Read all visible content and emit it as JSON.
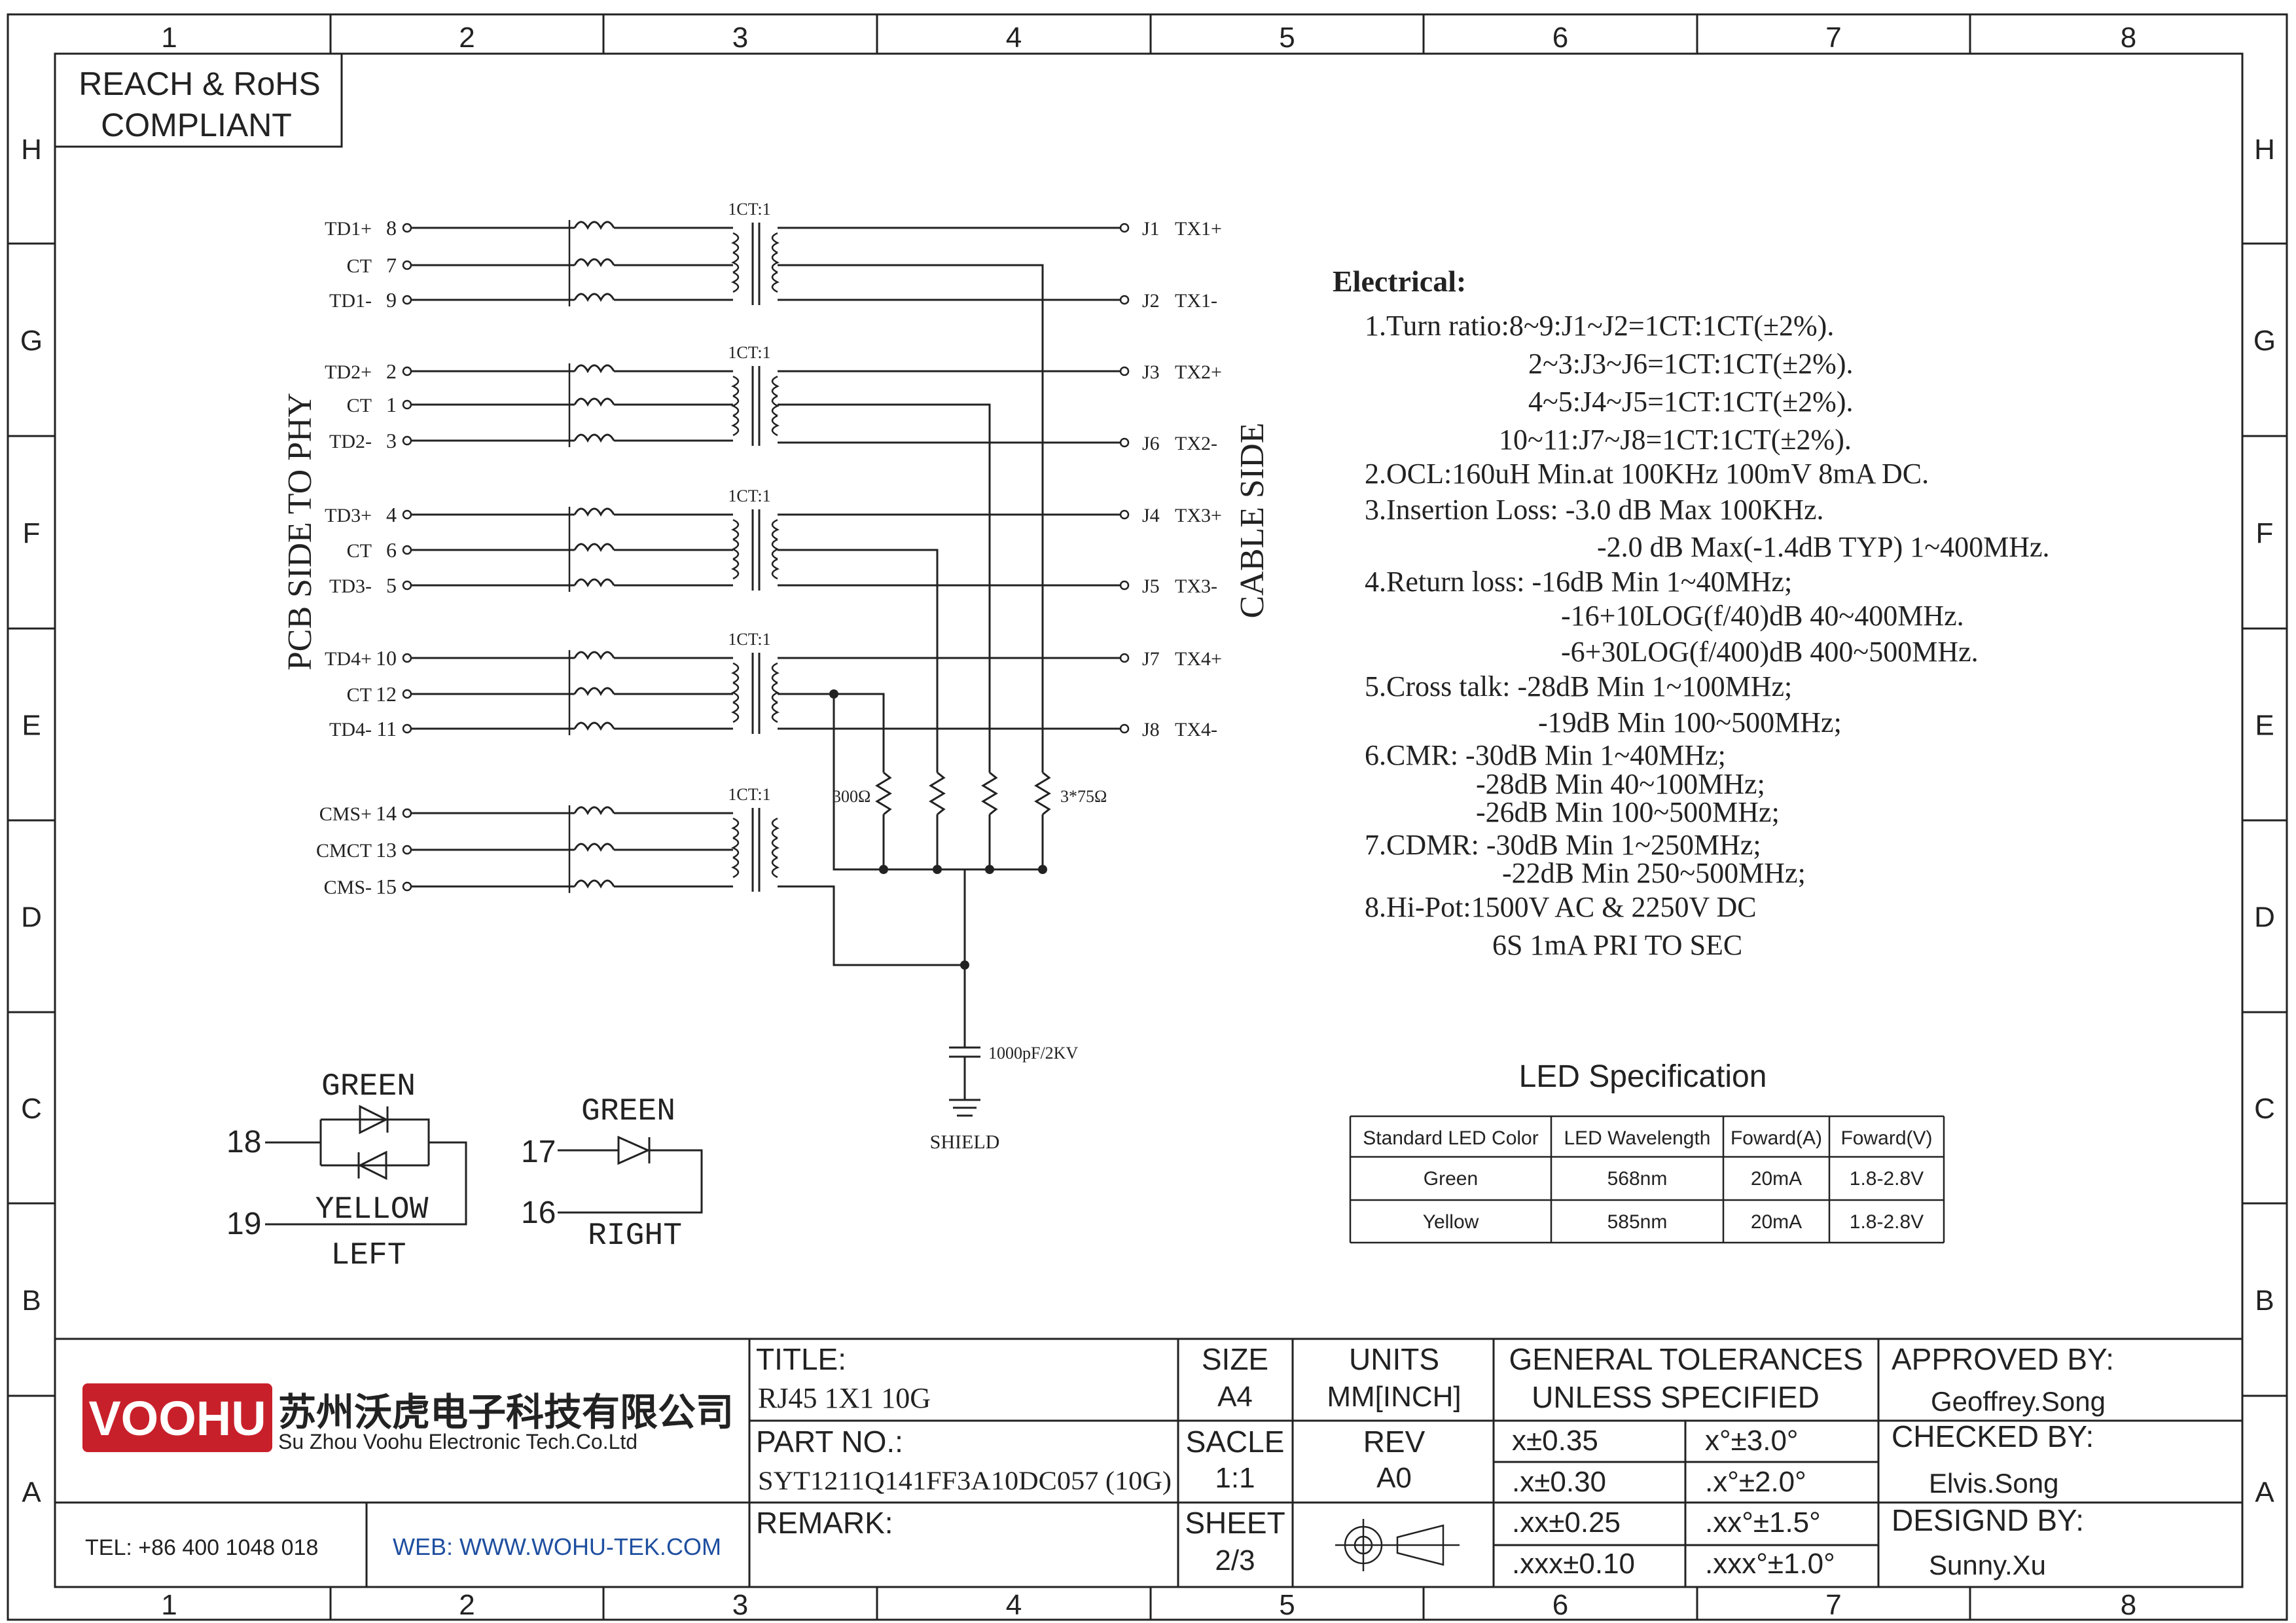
{
  "colors": {
    "ink": "#222222",
    "brand_red": "#c8202a",
    "web_blue": "#1f4fa0"
  },
  "grid": {
    "columns": [
      "1",
      "2",
      "3",
      "4",
      "5",
      "6",
      "7",
      "8"
    ],
    "rows": [
      "H",
      "G",
      "F",
      "E",
      "D",
      "C",
      "B",
      "A"
    ]
  },
  "compliance": {
    "line1": "REACH & RoHS",
    "line2": "COMPLIANT"
  },
  "schematic": {
    "left_label": "PCB SIDE TO PHY",
    "right_label": "CABLE SIDE",
    "transformer_ratio": "1CT:1",
    "left_pins": [
      {
        "name": "TD1+",
        "pin": "8"
      },
      {
        "name": "CT",
        "pin": "7"
      },
      {
        "name": "TD1-",
        "pin": "9"
      },
      {
        "name": "TD2+",
        "pin": "2"
      },
      {
        "name": "CT",
        "pin": "1"
      },
      {
        "name": "TD2-",
        "pin": "3"
      },
      {
        "name": "TD3+",
        "pin": "4"
      },
      {
        "name": "CT",
        "pin": "6"
      },
      {
        "name": "TD3-",
        "pin": "5"
      },
      {
        "name": "TD4+",
        "pin": "10"
      },
      {
        "name": "CT",
        "pin": "12"
      },
      {
        "name": "TD4-",
        "pin": "11"
      },
      {
        "name": "CMS+",
        "pin": "14"
      },
      {
        "name": "CMCT",
        "pin": "13"
      },
      {
        "name": "CMS-",
        "pin": "15"
      }
    ],
    "right_pins": [
      {
        "pin": "J1",
        "name": "TX1+"
      },
      {
        "pin": "J2",
        "name": "TX1-"
      },
      {
        "pin": "J3",
        "name": "TX2+"
      },
      {
        "pin": "J6",
        "name": "TX2-"
      },
      {
        "pin": "J4",
        "name": "TX3+"
      },
      {
        "pin": "J5",
        "name": "TX3-"
      },
      {
        "pin": "J7",
        "name": "TX4+"
      },
      {
        "pin": "J8",
        "name": "TX4-"
      }
    ],
    "resistor_left": "300Ω",
    "resistor_right": "3*75Ω",
    "capacitor": "1000pF/2KV",
    "shield": "SHIELD"
  },
  "leds": {
    "left": {
      "pin_top": "18",
      "pin_bottom": "19",
      "color_top": "GREEN",
      "color_bottom": "YELLOW",
      "side": "LEFT"
    },
    "right": {
      "pin_top": "17",
      "pin_bottom": "16",
      "color": "GREEN",
      "side": "RIGHT"
    }
  },
  "electrical": {
    "title": "Electrical:",
    "lines": [
      "1.Turn ratio:8~9:J1~J2=1CT:1CT(±2%).",
      "2~3:J3~J6=1CT:1CT(±2%).",
      "4~5:J4~J5=1CT:1CT(±2%).",
      "10~11:J7~J8=1CT:1CT(±2%).",
      "2.OCL:160uH Min.at 100KHz 100mV 8mA DC.",
      "3.Insertion Loss: -3.0 dB Max 100KHz.",
      "-2.0 dB Max(-1.4dB TYP) 1~400MHz.",
      "4.Return loss: -16dB Min 1~40MHz;",
      "-16+10LOG(f/40)dB 40~400MHz.",
      "-6+30LOG(f/400)dB 400~500MHz.",
      "5.Cross talk: -28dB Min 1~100MHz;",
      "-19dB Min 100~500MHz;",
      "6.CMR: -30dB Min 1~40MHz;",
      "-28dB Min 40~100MHz;",
      "-26dB Min 100~500MHz;",
      "7.CDMR: -30dB Min 1~250MHz;",
      "-22dB Min 250~500MHz;",
      "8.Hi-Pot:1500V AC & 2250V DC",
      "6S 1mA PRI TO SEC"
    ]
  },
  "led_spec": {
    "title": "LED Specification",
    "headers": [
      "Standard LED Color",
      "LED Wavelength",
      "Foward(A)",
      "Foward(V)"
    ],
    "rows": [
      [
        "Green",
        "568nm",
        "20mA",
        "1.8-2.8V"
      ],
      [
        "Yellow",
        "585nm",
        "20mA",
        "1.8-2.8V"
      ]
    ]
  },
  "title_block": {
    "logo": "VOOHU",
    "company_cn": "苏州沃虎电子科技有限公司",
    "company_en": "Su Zhou Voohu Electronic Tech.Co.Ltd",
    "tel": "TEL: +86 400 1048 018",
    "web": "WEB: WWW.WOHU-TEK.COM",
    "title_label": "TITLE:",
    "title_value": "RJ45 1X1 10G",
    "part_label": "PART NO.:",
    "part_value": "SYT1211Q141FF3A10DC057 (10G)",
    "remark_label": "REMARK:",
    "size_label": "SIZE",
    "size_value": "A4",
    "scale_label": "SACLE",
    "scale_value": "1:1",
    "sheet_label": "SHEET",
    "sheet_value": "2/3",
    "units_label": "UNITS",
    "units_value": "MM[INCH]",
    "rev_label": "REV",
    "rev_value": "A0",
    "tol_line1": "GENERAL TOLERANCES",
    "tol_line2": "UNLESS SPECIFIED",
    "tolerances": [
      [
        "x±0.35",
        "x°±3.0°"
      ],
      [
        ".x±0.30",
        ".x°±2.0°"
      ],
      [
        ".xx±0.25",
        ".xx°±1.5°"
      ],
      [
        ".xxx±0.10",
        ".xxx°±1.0°"
      ]
    ],
    "approved_label": "APPROVED BY:",
    "approved_value": "Geoffrey.Song",
    "checked_label": "CHECKED BY:",
    "checked_value": "Elvis.Song",
    "designed_label": "DESIGND BY:",
    "designed_value": "Sunny.Xu"
  }
}
